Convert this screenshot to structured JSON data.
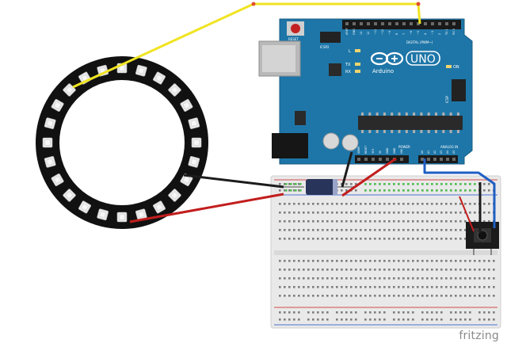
{
  "diagram": {
    "tool_watermark": "fritzing",
    "components": [
      {
        "id": "neopixel-ring",
        "type": "LED ring",
        "led_count": 24
      },
      {
        "id": "arduino-uno",
        "type": "Arduino UNO"
      },
      {
        "id": "breadboard",
        "type": "breadboard"
      },
      {
        "id": "capacitor",
        "type": "electrolytic capacitor"
      },
      {
        "id": "pushbutton",
        "type": "tactile switch"
      }
    ],
    "board_labels": {
      "brand": "UNO",
      "logo_text": "Arduino",
      "reset": "RESET",
      "icsp2": "ICSP2",
      "icsp": "ICSP",
      "digital_header": "DIGITAL (PWM~)",
      "analog_header": "ANALOG IN",
      "power_header": "POWER",
      "led_l": "L",
      "led_tx": "TX",
      "led_rx": "RX",
      "led_on": "ON",
      "digital_pins": [
        "AREF",
        "GND",
        "13",
        "12",
        "~11",
        "~10",
        "~9",
        "8",
        "7",
        "~6",
        "~5",
        "4",
        "~3",
        "2",
        "TX 1",
        "RX 0"
      ],
      "power_pins": [
        "IOREF",
        "RESET",
        "3V3",
        "5V",
        "GND",
        "GND",
        "VIN"
      ],
      "analog_pins": [
        "A0",
        "A1",
        "A2",
        "A3",
        "A4",
        "A5"
      ]
    },
    "wires": [
      {
        "color": "yellow",
        "hex": "#f0e422",
        "from": "neopixel-ring DIN",
        "to": "Arduino digital pin 6"
      },
      {
        "color": "black",
        "hex": "#1c1c1c",
        "from": "neopixel-ring GND",
        "to": "breadboard ground rail"
      },
      {
        "color": "red",
        "hex": "#c21d1d",
        "from": "neopixel-ring 5V",
        "to": "breadboard power rail"
      },
      {
        "color": "black",
        "hex": "#1c1c1c",
        "from": "Arduino GND",
        "to": "breadboard ground rail"
      },
      {
        "color": "red",
        "hex": "#c21d1d",
        "from": "Arduino 5V",
        "to": "breadboard power rail"
      },
      {
        "color": "blue",
        "hex": "#1f5fc4",
        "from": "Arduino A0",
        "to": "pushbutton"
      }
    ],
    "colors": {
      "board": "#1e76a8",
      "ring": "#111111",
      "breadboard": "#e9e9e9"
    }
  }
}
